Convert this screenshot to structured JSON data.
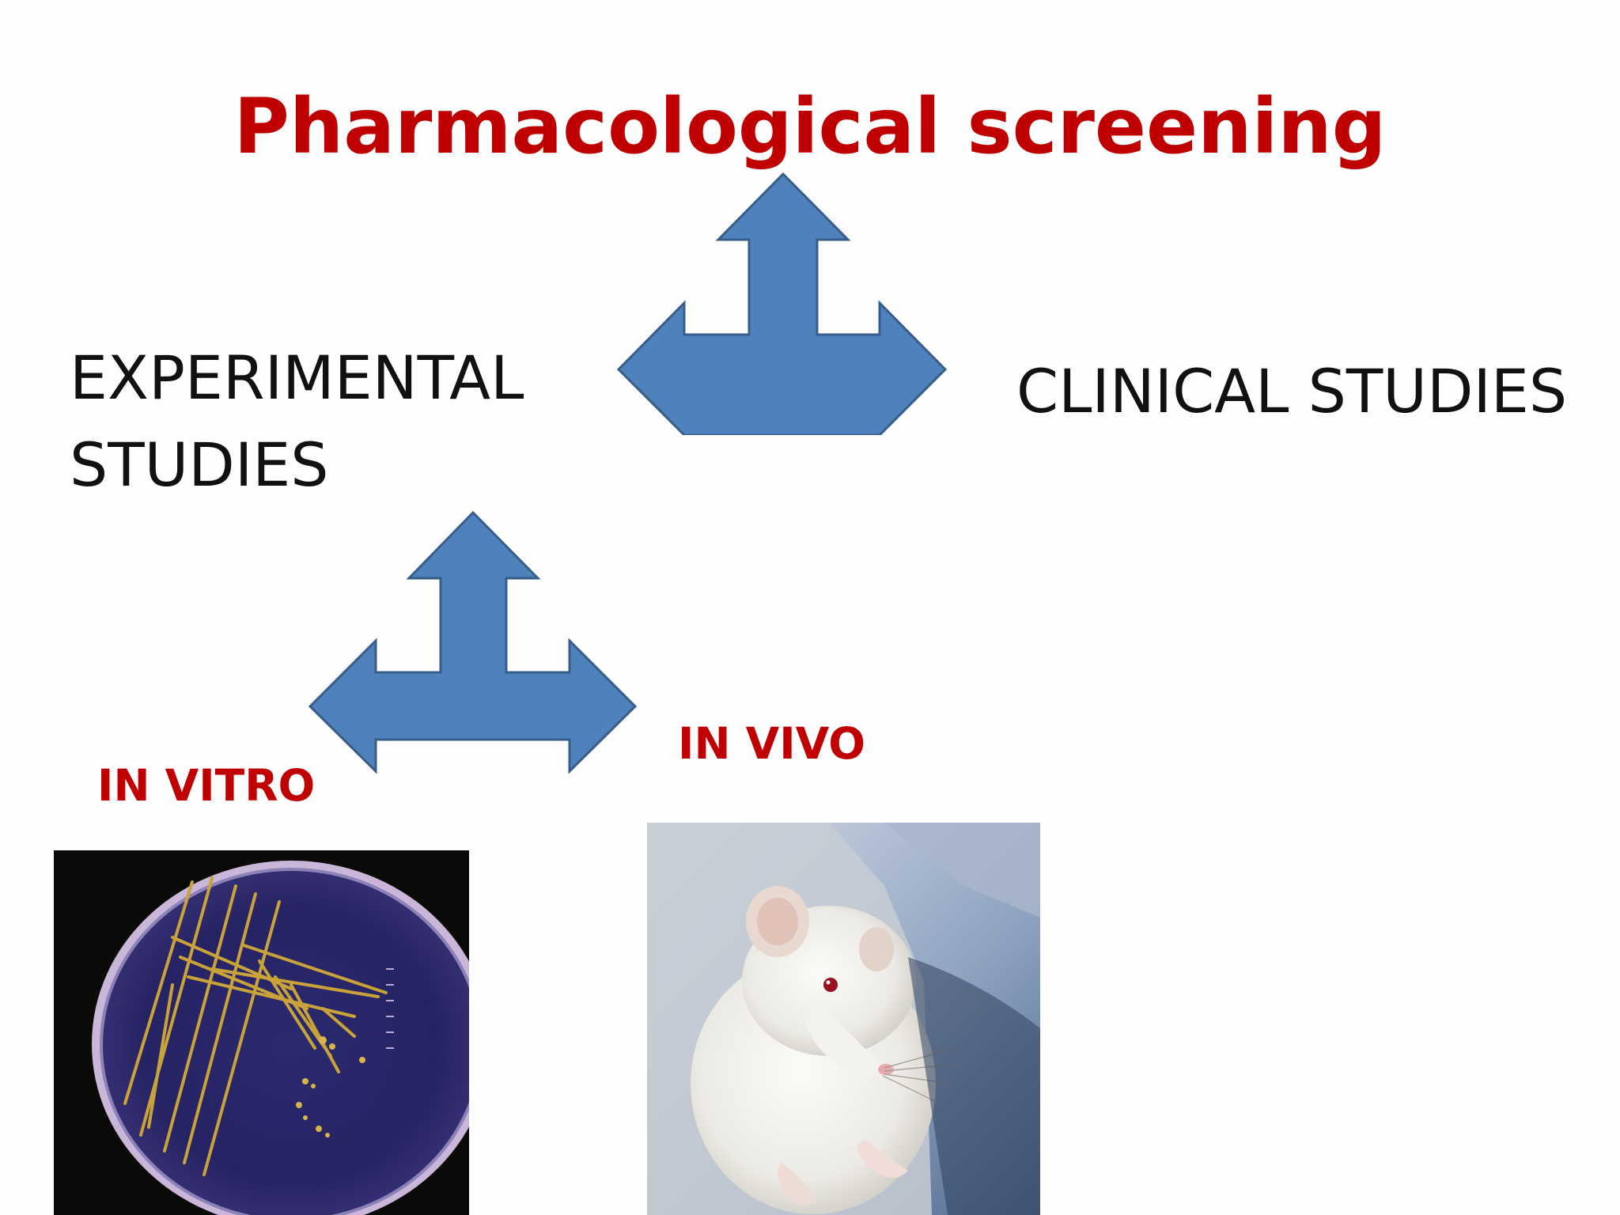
{
  "slide": {
    "title": "Pharmacological screening",
    "experimental": {
      "line1": "EXPERIMENTAL",
      "line2": "STUDIES"
    },
    "clinical": "CLINICAL STUDIES",
    "in_vitro": "IN VITRO",
    "in_vivo": "IN VIVO"
  },
  "images": {
    "petri_dish": "petri-dish-photo",
    "rat": "white-rat-photo"
  },
  "colors": {
    "title": "#c00000",
    "arrow_fill": "#4f81bd",
    "arrow_stroke": "#385d8a",
    "body_text": "#111111"
  }
}
